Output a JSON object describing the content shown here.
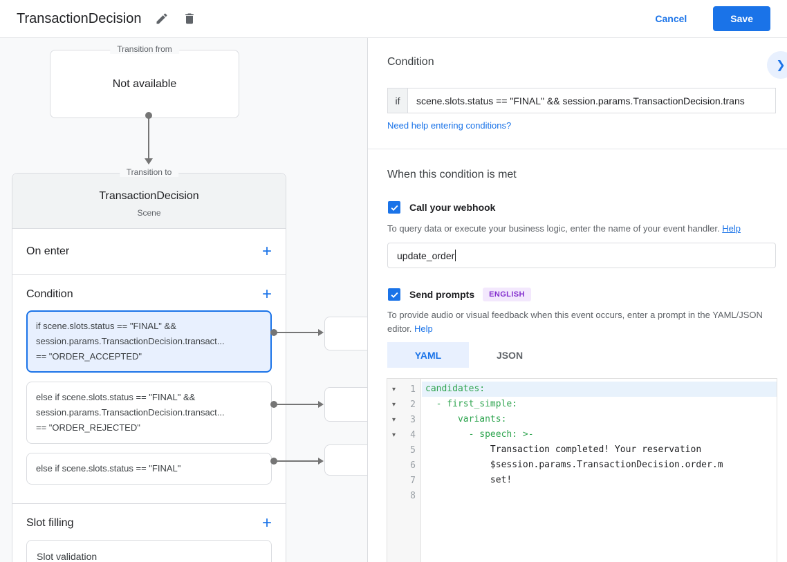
{
  "colors": {
    "accent": "#1a73e8",
    "selection_bg": "#e8f0fe",
    "badge_bg": "#f3e8fd",
    "badge_text": "#8430ce",
    "code_key_green": "#2ea44f",
    "canvas_bg": "#f8f9fa"
  },
  "icons": {
    "add": "+",
    "fold": "▾",
    "chevron_right": "❯"
  },
  "topbar": {
    "title": "TransactionDecision",
    "cancel_label": "Cancel",
    "save_label": "Save"
  },
  "canvas": {
    "transition_from": {
      "legend": "Transition from",
      "content": "Not available"
    },
    "transition_to": {
      "legend": "Transition to",
      "title": "TransactionDecision",
      "subtitle": "Scene",
      "on_enter_label": "On enter",
      "condition_label": "Condition",
      "condition_items": [
        {
          "lines": [
            "if scene.slots.status == \"FINAL\" &&",
            "session.params.TransactionDecision.transact...",
            "== \"ORDER_ACCEPTED\""
          ]
        },
        {
          "lines": [
            "else if scene.slots.status == \"FINAL\" &&",
            "session.params.TransactionDecision.transact...",
            "== \"ORDER_REJECTED\""
          ]
        },
        {
          "lines": [
            "else if scene.slots.status == \"FINAL\""
          ]
        }
      ],
      "slot_filling_label": "Slot filling",
      "slot_item_label": "Slot validation"
    }
  },
  "panel": {
    "title": "Condition",
    "if_label": "if",
    "condition_value": "scene.slots.status == \"FINAL\" && session.params.TransactionDecision.trans",
    "help_link": "Need help entering conditions?",
    "when_title": "When this condition is met",
    "webhook_label": "Call your webhook",
    "webhook_desc": "To query data or execute your business logic, enter the name of your event handler.",
    "webhook_help": "Help",
    "webhook_value": "update_order",
    "prompts_label": "Send prompts",
    "prompts_badge": "ENGLISH",
    "prompts_desc": "To provide audio or visual feedback when this event occurs, enter a prompt in the YAML/JSON editor.",
    "prompts_help": "Help",
    "tab_yaml": "YAML",
    "tab_json": "JSON",
    "editor_lines": [
      {
        "num": "1",
        "text": "candidates:"
      },
      {
        "num": "2",
        "text": "  - first_simple:"
      },
      {
        "num": "3",
        "text": "      variants:"
      },
      {
        "num": "4",
        "text": "        - speech: >-"
      },
      {
        "num": "5",
        "text": "            Transaction completed! Your reservation"
      },
      {
        "num": "6",
        "text": "            $session.params.TransactionDecision.order.m"
      },
      {
        "num": "7",
        "text": "            set!"
      },
      {
        "num": "8",
        "text": ""
      }
    ]
  }
}
